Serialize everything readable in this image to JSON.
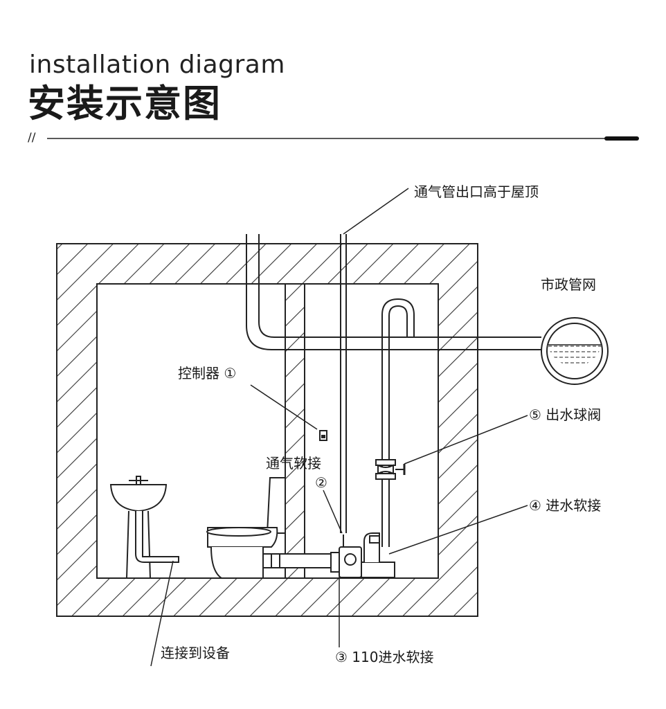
{
  "header": {
    "title_en": "installation diagram",
    "title_cn": "安装示意图",
    "slash": "//"
  },
  "labels": {
    "vent_outlet": "通气管出口高于屋顶",
    "municipal_network": "市政管网",
    "controller": "控制器 ①",
    "vent_hose_name": "通气软接",
    "vent_hose_num": "②",
    "outlet_ball_valve": "⑤ 出水球阀",
    "inlet_hose": "④ 进水软接",
    "connect_device": "连接到设备",
    "inlet_110": "③ 110进水软接"
  }
}
